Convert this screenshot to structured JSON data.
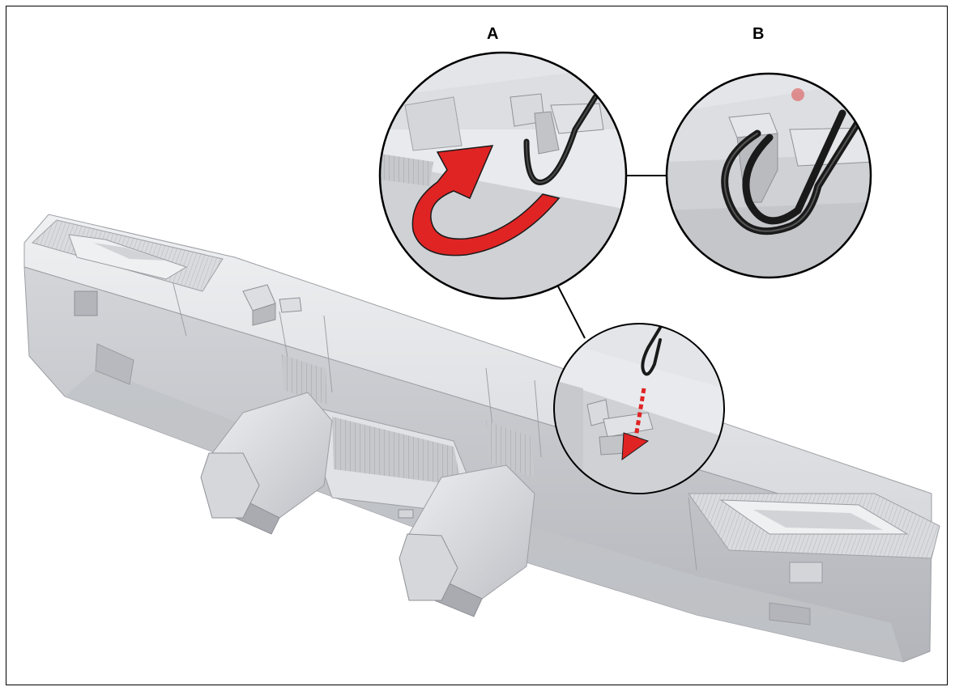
{
  "callouts": [
    {
      "id": "A",
      "label": "A"
    },
    {
      "id": "B",
      "label": "B"
    }
  ],
  "colors": {
    "body_light": "#e4e5e8",
    "body_mid": "#c9cbcf",
    "body_dark": "#a7a9ae",
    "outline": "#000000",
    "arrow_red": "#e02424",
    "cord": "#1a1a1a"
  },
  "icons": {
    "rotate_arrow": "u-turn-arrow-icon",
    "insert_arrow": "down-arrow-icon"
  }
}
